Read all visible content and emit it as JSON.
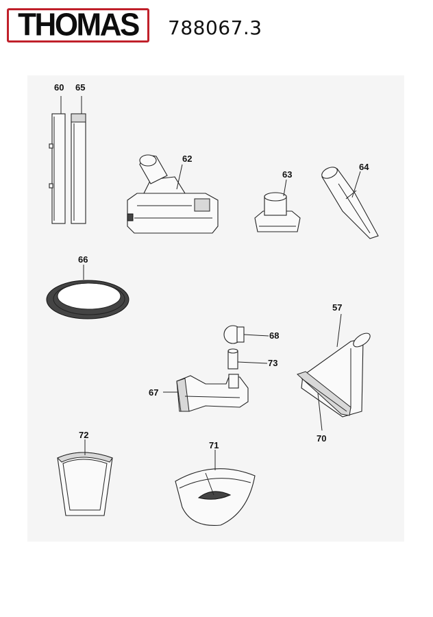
{
  "brand": {
    "logo_text": "THOMAS",
    "accent_color": "#c0202a"
  },
  "model_number": "788067.3",
  "parts": [
    {
      "id": "60"
    },
    {
      "id": "65"
    },
    {
      "id": "62"
    },
    {
      "id": "63"
    },
    {
      "id": "64"
    },
    {
      "id": "66"
    },
    {
      "id": "57"
    },
    {
      "id": "68"
    },
    {
      "id": "73"
    },
    {
      "id": "67"
    },
    {
      "id": "70"
    },
    {
      "id": "72"
    },
    {
      "id": "71"
    }
  ]
}
